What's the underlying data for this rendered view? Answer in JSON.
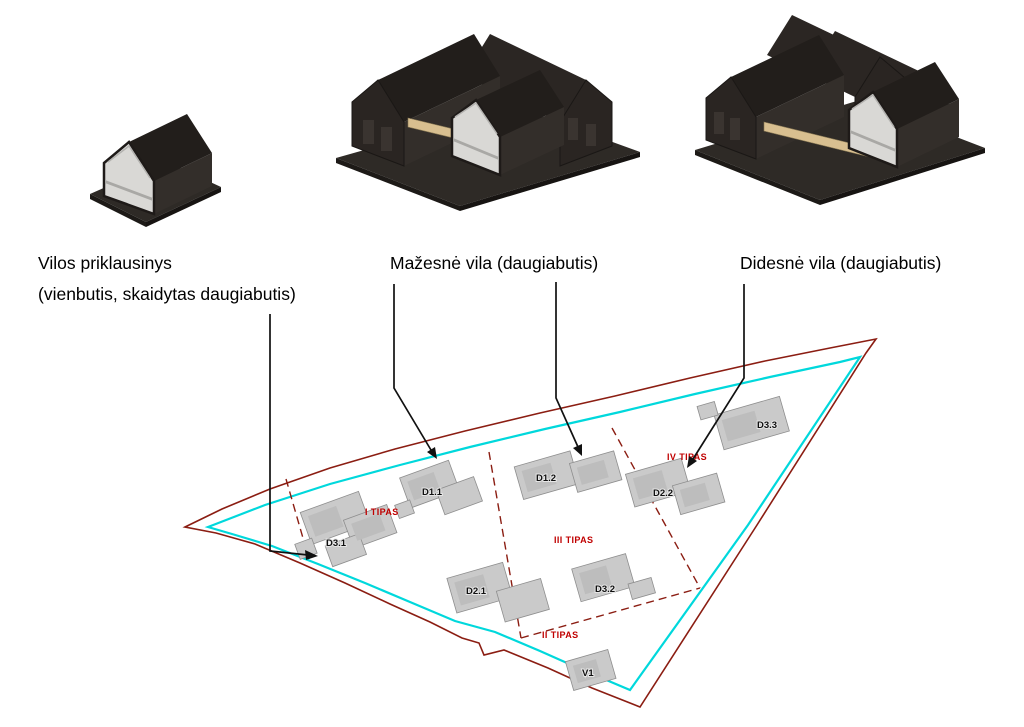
{
  "annotations": {
    "left": {
      "line1": "Vilos priklausinys",
      "line2": "(vienbutis, skaidytas daugiabutis)"
    },
    "middle": {
      "text": "Mažesnė vila (daugiabutis)"
    },
    "right": {
      "text": "Didesnė vila (daugiabutis)"
    }
  },
  "plan": {
    "zones": [
      {
        "label": "I TIPAS"
      },
      {
        "label": "III TIPAS"
      },
      {
        "label": "II TIPAS"
      },
      {
        "label": "IV TIPAS"
      }
    ],
    "buildings": [
      {
        "label": "D3.1"
      },
      {
        "label": "D1.1"
      },
      {
        "label": "D1.2"
      },
      {
        "label": "D2.1"
      },
      {
        "label": "D3.2"
      },
      {
        "label": "D2.2"
      },
      {
        "label": "D3.3"
      },
      {
        "label": "V1"
      }
    ],
    "colors": {
      "site_boundary": "#8b1d12",
      "inner_boundary": "#00d8dc",
      "zone_label": "#c00000",
      "building_fill": "#cacaca"
    }
  },
  "illustration_colors": {
    "house_wall": "#2f2a27",
    "house_roof": "#221e1b",
    "section_face": "#d9d8d5",
    "deck": "#d8bf90"
  }
}
